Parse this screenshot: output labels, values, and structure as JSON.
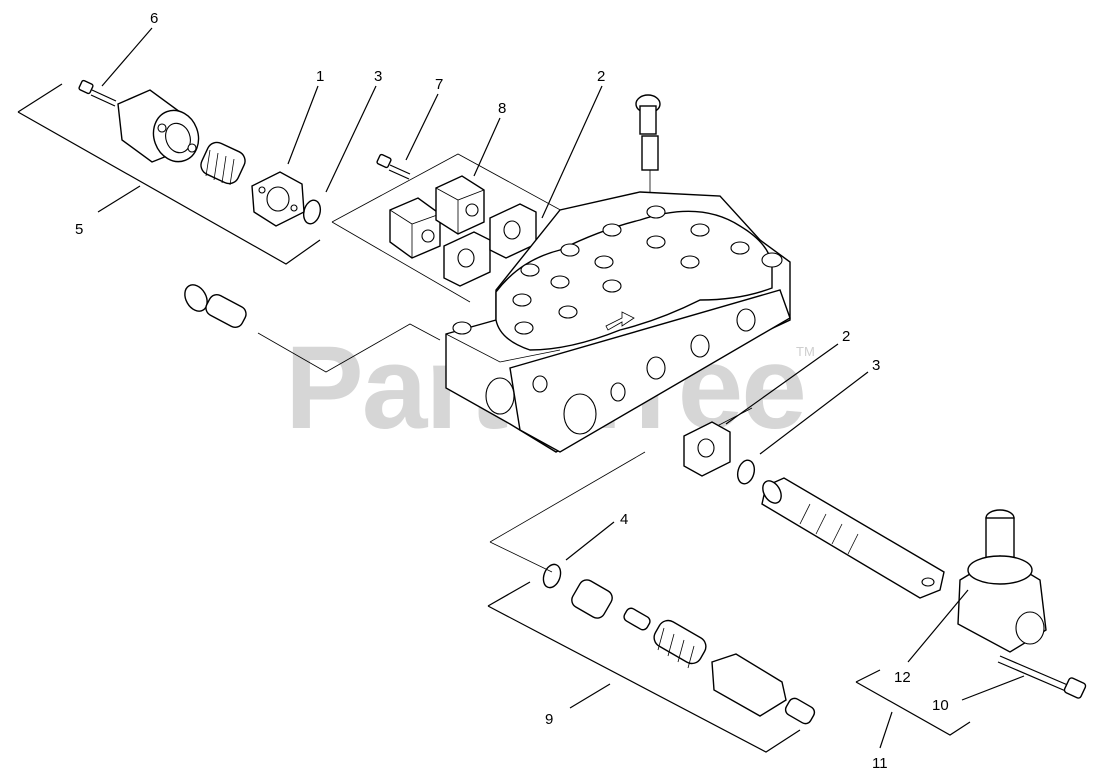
{
  "watermark": {
    "text": "PartsTree",
    "trademark": "TM"
  },
  "callouts": [
    {
      "id": "c1",
      "label": "1"
    },
    {
      "id": "c2a",
      "label": "2"
    },
    {
      "id": "c2b",
      "label": "2"
    },
    {
      "id": "c3a",
      "label": "3"
    },
    {
      "id": "c3b",
      "label": "3"
    },
    {
      "id": "c4",
      "label": "4"
    },
    {
      "id": "c5",
      "label": "5"
    },
    {
      "id": "c6",
      "label": "6"
    },
    {
      "id": "c7",
      "label": "7"
    },
    {
      "id": "c8",
      "label": "8"
    },
    {
      "id": "c9",
      "label": "9"
    },
    {
      "id": "c10",
      "label": "10"
    },
    {
      "id": "c11",
      "label": "11"
    },
    {
      "id": "c12",
      "label": "12"
    }
  ]
}
